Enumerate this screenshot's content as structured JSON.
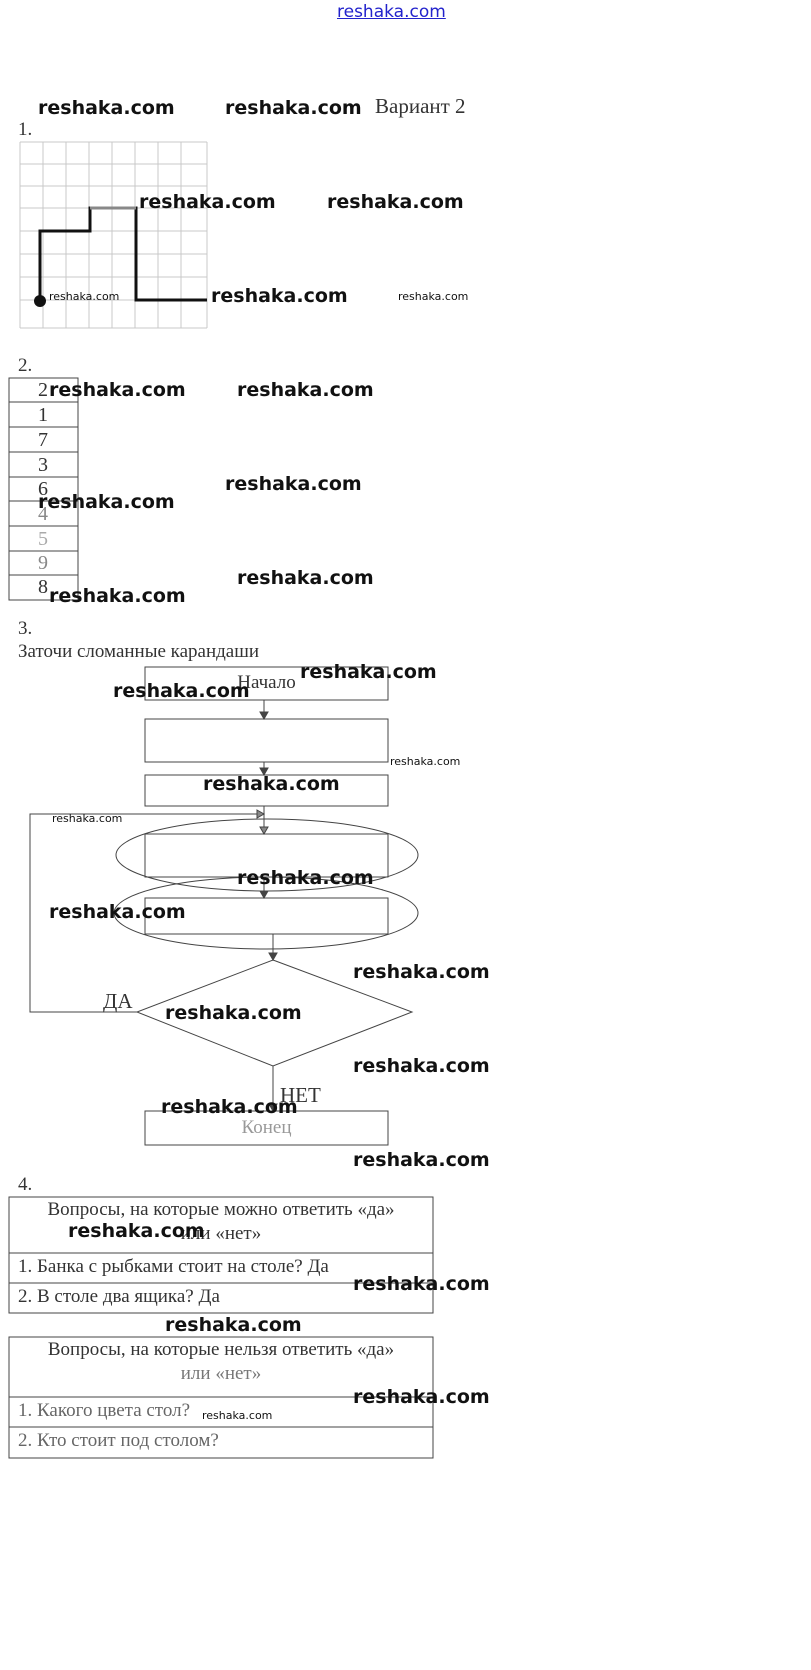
{
  "site": "reshaka.com",
  "header": {
    "variant": "Вариант 2"
  },
  "task1": {
    "number": "1."
  },
  "task2": {
    "number": "2.",
    "values": [
      "2",
      "1",
      "7",
      "3",
      "6",
      "4",
      "5",
      "9",
      "8"
    ]
  },
  "task3": {
    "number": "3.",
    "instruction": "Заточи сломанные карандаши",
    "start": "Начало",
    "end": "Конец",
    "yes": "ДА",
    "no": "НЕТ"
  },
  "task4": {
    "number": "4.",
    "table1": {
      "header_line1": "Вопросы, на которые можно ответить «да»",
      "header_line2": "или «нет»",
      "rows": [
        "1.  Банка с рыбками стоит на столе? Да",
        "2.  В столе два ящика? Да"
      ]
    },
    "table2": {
      "header_line1": "Вопросы, на которые нельзя ответить «да»",
      "header_line2": "или «нет»",
      "rows": [
        "1.  Какого цвета стол?",
        "2.  Кто стоит под столом?"
      ]
    }
  }
}
